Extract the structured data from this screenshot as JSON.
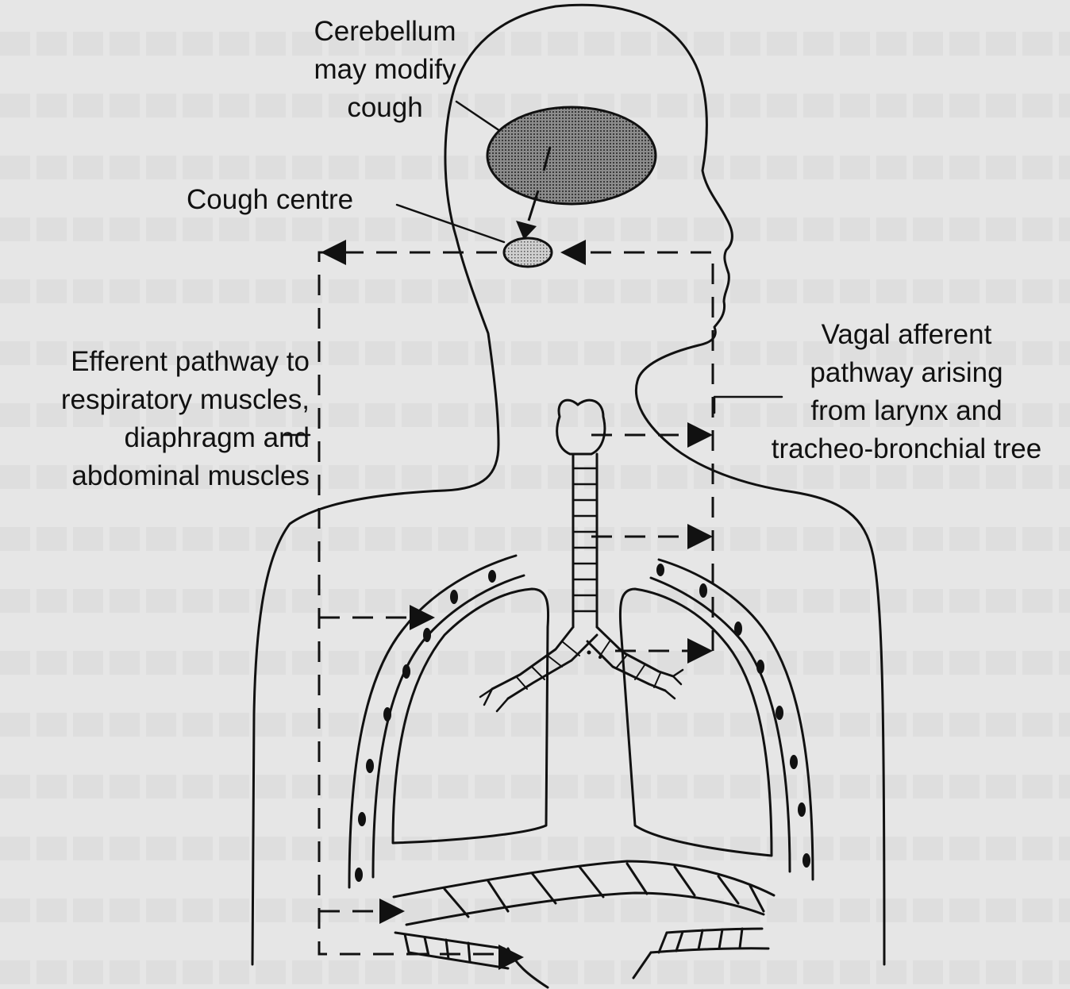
{
  "labels": {
    "cerebellum": [
      "Cerebellum",
      "may modify",
      "cough"
    ],
    "cough_centre": "Cough centre",
    "efferent": [
      "Efferent pathway to",
      "respiratory muscles,",
      "diaphragm and",
      "abdominal muscles"
    ],
    "vagal": [
      "Vagal afferent",
      "pathway arising",
      "from larynx and",
      "tracheo-bronchial tree"
    ]
  },
  "colors": {
    "background": "#e6e6e6",
    "stroke": "#111111",
    "cerebellum_fill": "#7a7a7a",
    "cough_centre_fill": "#b8b8b8"
  }
}
